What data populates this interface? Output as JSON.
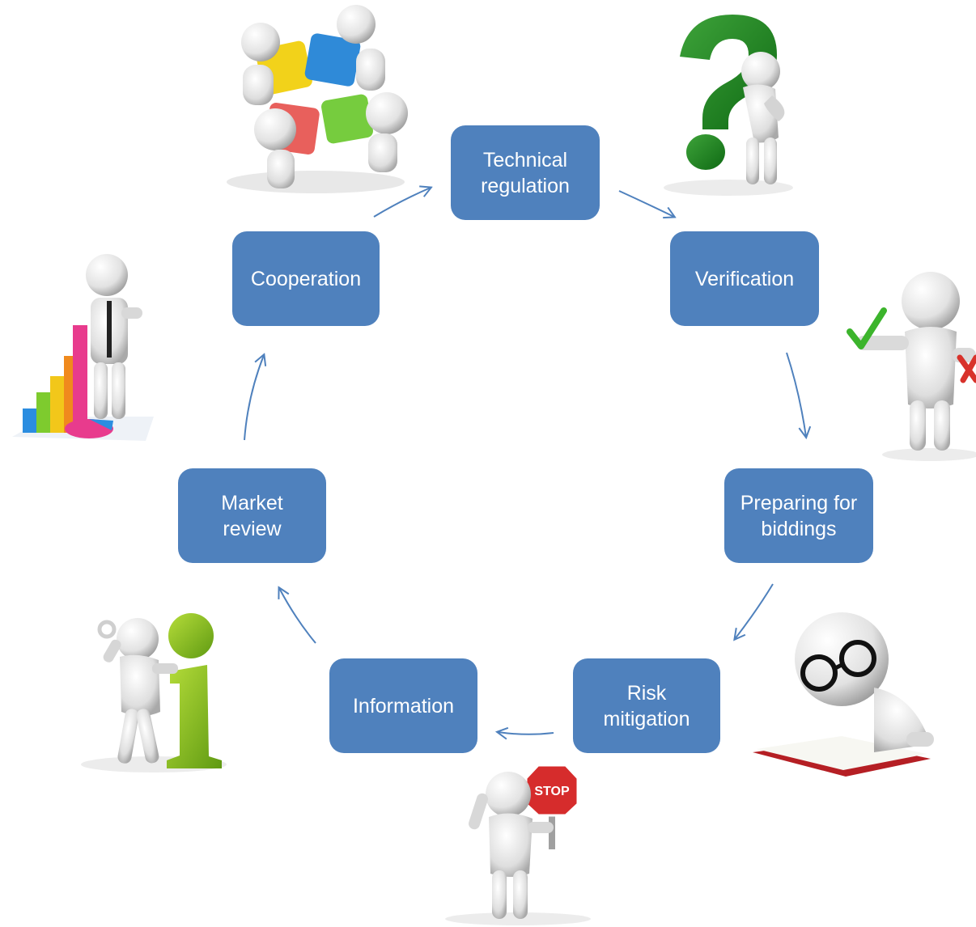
{
  "steps": [
    "Technical\nregulation",
    "Verification",
    "Preparing for\nbiddings",
    "Risk\nmitigation",
    "Information",
    "Market\nreview",
    "Cooperation"
  ],
  "illustrations": {
    "stop_sign_text": "STOP"
  },
  "colors": {
    "box_fill": "#4f81bd",
    "box_text": "#ffffff",
    "arrow": "#4f81bd"
  }
}
